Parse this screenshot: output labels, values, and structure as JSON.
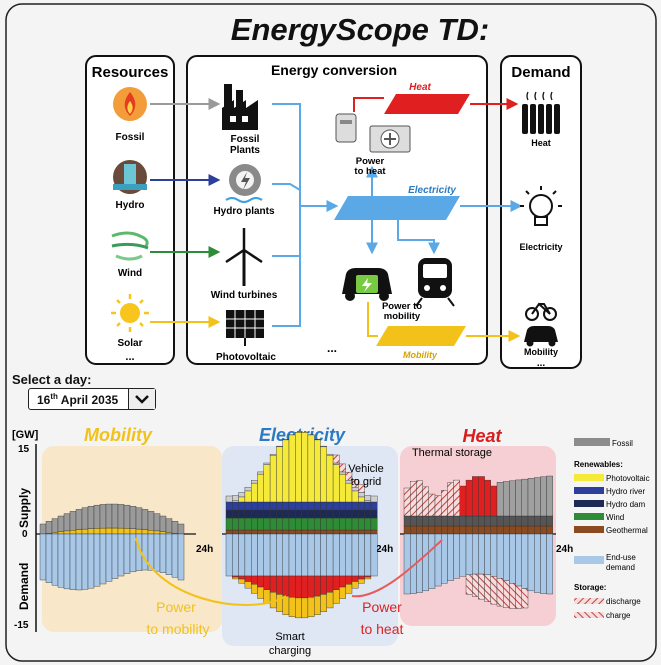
{
  "title": "EnergyScope TD:",
  "resources": {
    "header": "Resources",
    "items": [
      {
        "label": "Fossil",
        "icon": "flame-icon"
      },
      {
        "label": "Hydro",
        "icon": "hydro-icon"
      },
      {
        "label": "Wind",
        "icon": "wind-icon"
      },
      {
        "label": "Solar",
        "icon": "sun-icon"
      }
    ],
    "more": "..."
  },
  "conversion": {
    "header": "Energy conversion",
    "fossil": "Fossil\nPlants",
    "hydro": "Hydro plants",
    "wind": "Wind turbines",
    "pv": "Photovoltaic",
    "power_to_heat": "Power\nto heat",
    "power_to_mobility": "Power to\nmobility",
    "heat": "Heat",
    "electricity": "Electricity",
    "mobility": "Mobility",
    "more": "..."
  },
  "demand": {
    "header": "Demand",
    "heat": "Heat",
    "electricity": "Electricity",
    "mobility": "Mobility",
    "more": "..."
  },
  "day_select": {
    "label": "Select a day:",
    "day": "16",
    "suffix": "th",
    "month_year": " April 2035"
  },
  "chart": {
    "unit": "[GW]",
    "ymax": "15",
    "ymin": "-15",
    "zero": "0",
    "supply": "Supply",
    "demand": "Demand",
    "hours": "24h",
    "panels": {
      "mobility": "Mobility",
      "electricity": "Electricity",
      "heat": "Heat"
    },
    "annotations": {
      "vehicle_to_grid": "Vehicle\nto grid",
      "thermal_storage": "Thermal storage",
      "smart_charging": "Smart\ncharging",
      "power_to_mobility": "Power\nto mobility",
      "power_to_heat": "Power\nto heat"
    }
  },
  "legend": {
    "fossil": "Fossil",
    "renewables": "Renewables:",
    "pv": "Photovoltaic",
    "hydro_river": "Hydro river",
    "hydro_dam": "Hydro dam",
    "wind": "Wind",
    "geothermal": "Geothermal",
    "end_use": "End-use\ndemand",
    "storage": "Storage:",
    "discharge": "discharge",
    "charge": "charge"
  },
  "colors": {
    "fossil": "#8c8c8c",
    "pv": "#f5e93a",
    "hydro_river": "#2c3f9a",
    "hydro_dam": "#1d2a55",
    "wind": "#2e8b36",
    "geothermal": "#8b4a1f",
    "demand": "#a9c8e8",
    "heat": "#e02020",
    "electricity": "#5aa9e6",
    "mobility": "#f2c21a",
    "storage": "#d46f6f"
  }
}
